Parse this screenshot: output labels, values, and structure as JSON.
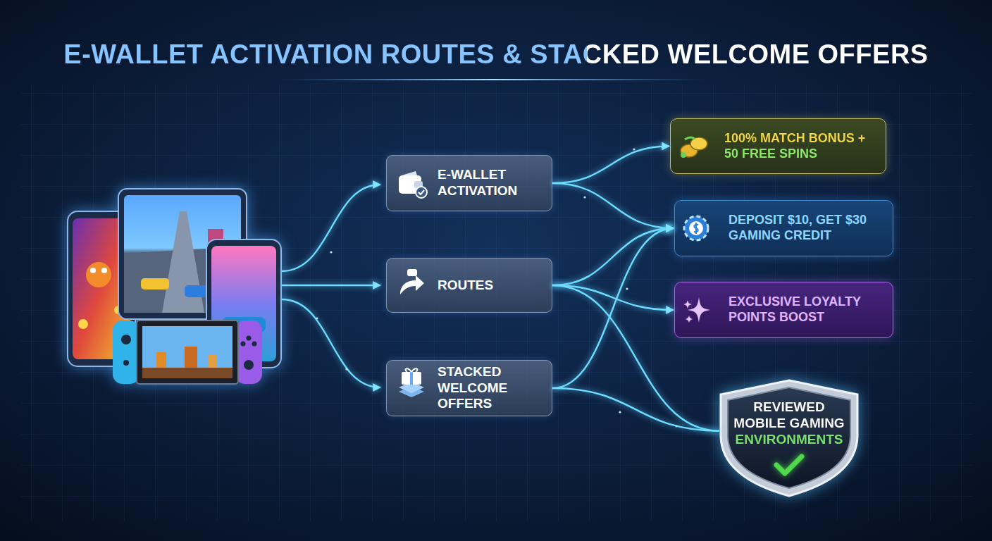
{
  "diagram": {
    "title": "E-WALLET ACTIVATION ROUTES & STACKED WELCOME OFFERS",
    "nodes": [
      {
        "text": [
          "E-WALLET ACTIVATION"
        ]
      },
      {
        "text": [
          "ROUTES"
        ]
      },
      {
        "text": [
          "STACKED WELCOME OFFERS"
        ]
      },
      {
        "text": [
          "100% MATCH BONUS + 50 FREE SPINS"
        ]
      },
      {
        "text": [
          "DEPOSIT $10, GET $30 GAMING CREDIT"
        ]
      },
      {
        "text": [
          "EXCLUSIVE LOYALTY POINTS BOOST"
        ]
      },
      {
        "text": [
          "REVIEWED MOBILE GAMING ENVIRONMENTS"
        ]
      }
    ],
    "edges": [
      {
        "from": 0,
        "to": 3,
        "arrow": "to"
      },
      {
        "from": 0,
        "to": 4,
        "arrow": "to"
      },
      {
        "from": 1,
        "to": 4,
        "arrow": "to"
      },
      {
        "from": 1,
        "to": 5,
        "arrow": "to"
      },
      {
        "from": 1,
        "to": 6,
        "arrow": "none"
      },
      {
        "from": 2,
        "to": 4,
        "arrow": "to"
      },
      {
        "from": 2,
        "to": 6,
        "arrow": "none"
      }
    ]
  }
}
